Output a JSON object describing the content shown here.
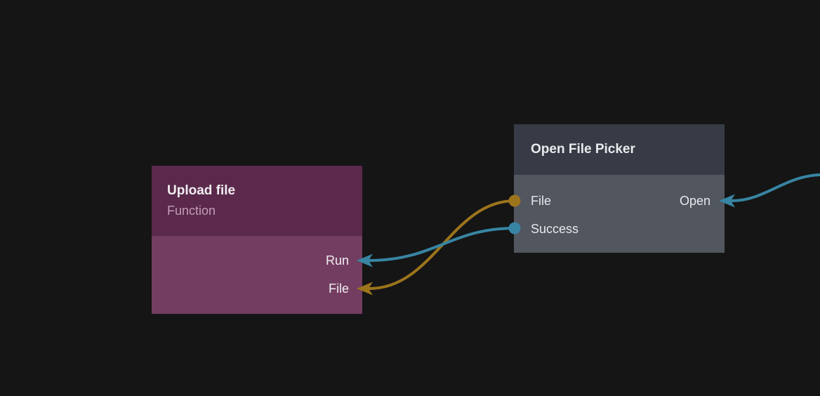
{
  "canvas": {
    "background_color": "#151515"
  },
  "nodes": {
    "upload_file": {
      "title": "Upload file",
      "subtitle": "Function",
      "header_color": "#5a294b",
      "body_color": "#723d61",
      "inputs": {
        "run": {
          "label": "Run",
          "wire_color": "#3885a3"
        },
        "file": {
          "label": "File",
          "wire_color": "#9c741c"
        }
      }
    },
    "open_file_picker": {
      "title": "Open File Picker",
      "header_color": "#363b46",
      "body_color": "#51565f",
      "left_ports": {
        "file": {
          "label": "File",
          "dot_color": "#9c741c"
        },
        "success": {
          "label": "Success",
          "dot_color": "#3885a3"
        }
      },
      "right_ports": {
        "open": {
          "label": "Open",
          "wire_color": "#3885a3"
        }
      }
    }
  },
  "wires": {
    "file_to_file": {
      "from": "Open File Picker / File",
      "to": "Upload file / File",
      "color": "#9c741c"
    },
    "success_to_run": {
      "from": "Open File Picker / Success",
      "to": "Upload file / Run",
      "color": "#3885a3"
    },
    "open_incoming": {
      "from": "offscreen-right",
      "to": "Open File Picker / Open",
      "color": "#3885a3"
    }
  }
}
